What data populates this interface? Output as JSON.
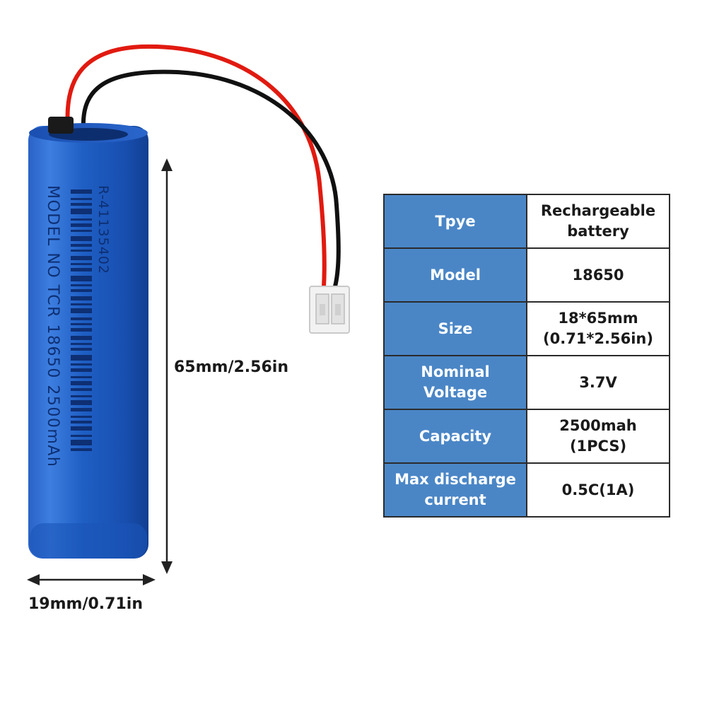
{
  "battery": {
    "label_lines": [
      "R-41135402",
      "MODEL NO TCR 18650 2500mAh"
    ],
    "colors": {
      "body": "#1f5fc4",
      "wire_positive": "#e11a10",
      "wire_negative": "#111111",
      "connector": "#f2f2f2"
    }
  },
  "dimensions": {
    "height_label": "65mm/2.56in",
    "width_label": "19mm/0.71in"
  },
  "spec_table": {
    "header_color": "#4a86c6",
    "rows": [
      {
        "key": [
          "Tpye"
        ],
        "value": [
          "Rechargeable",
          "battery"
        ]
      },
      {
        "key": [
          "Model"
        ],
        "value": [
          "18650"
        ]
      },
      {
        "key": [
          "Size"
        ],
        "value": [
          "18*65mm",
          "(0.71*2.56in)"
        ]
      },
      {
        "key": [
          "Nominal",
          "Voltage"
        ],
        "value": [
          "3.7V"
        ]
      },
      {
        "key": [
          "Capacity"
        ],
        "value": [
          "2500mah",
          "(1PCS)"
        ]
      },
      {
        "key": [
          "Max discharge",
          "current"
        ],
        "value": [
          "0.5C(1A)"
        ]
      }
    ]
  }
}
